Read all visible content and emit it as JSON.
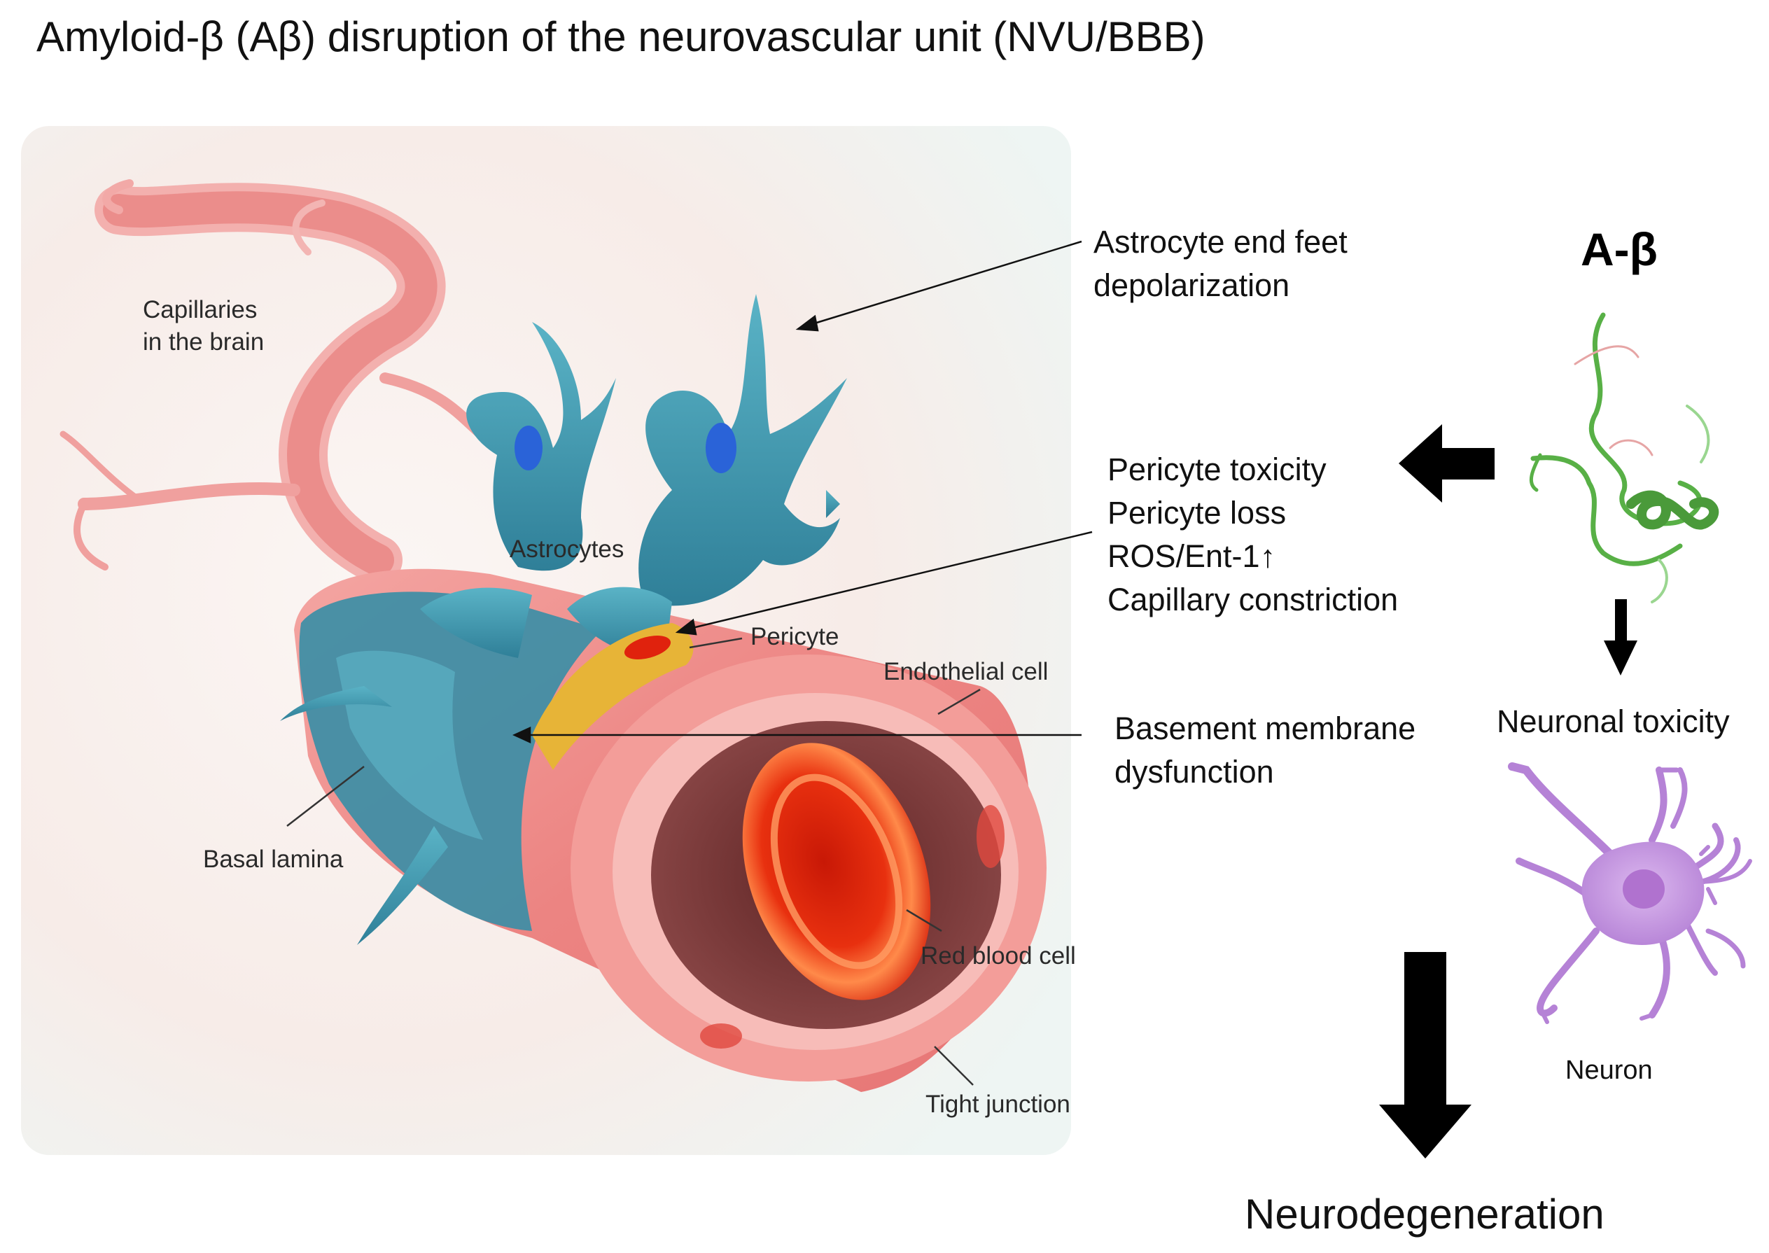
{
  "title": "Amyloid-β (Aβ) disruption of the neurovascular unit (NVU/BBB)",
  "illustration": {
    "capillaries_line1": "Capillaries",
    "capillaries_line2": "in the brain",
    "astrocytes": "Astrocytes",
    "pericyte": "Pericyte",
    "endothelial_cell": "Endothelial cell",
    "basal_lamina": "Basal lamina",
    "red_blood_cell": "Red blood cell",
    "tight_junction": "Tight junction"
  },
  "effects": {
    "astrocyte_line1": "Astrocyte end feet",
    "astrocyte_line2": "depolarization",
    "pericyte_items": [
      "Pericyte toxicity",
      "Pericyte loss",
      "ROS/Ent-1↑",
      "Capillary constriction"
    ],
    "basement_line1": "Basement membrane",
    "basement_line2": "dysfunction"
  },
  "abeta": {
    "label": "A-β"
  },
  "neuronal_toxicity": "Neuronal toxicity",
  "neuron_label": "Neuron",
  "outcome": "Neurodegeneration",
  "colors": {
    "vessel_pink": "#ef8a8a",
    "vessel_light": "#f7b9b6",
    "astrocyte_teal": "#3f97ad",
    "nucleus_blue": "#2a63d8",
    "pericyte_yellow": "#e7b437",
    "rbc_red": "#e0220d",
    "neuron_purple": "#c79ae0",
    "peptide_green": "#58b046",
    "arrow_black": "#000000"
  }
}
